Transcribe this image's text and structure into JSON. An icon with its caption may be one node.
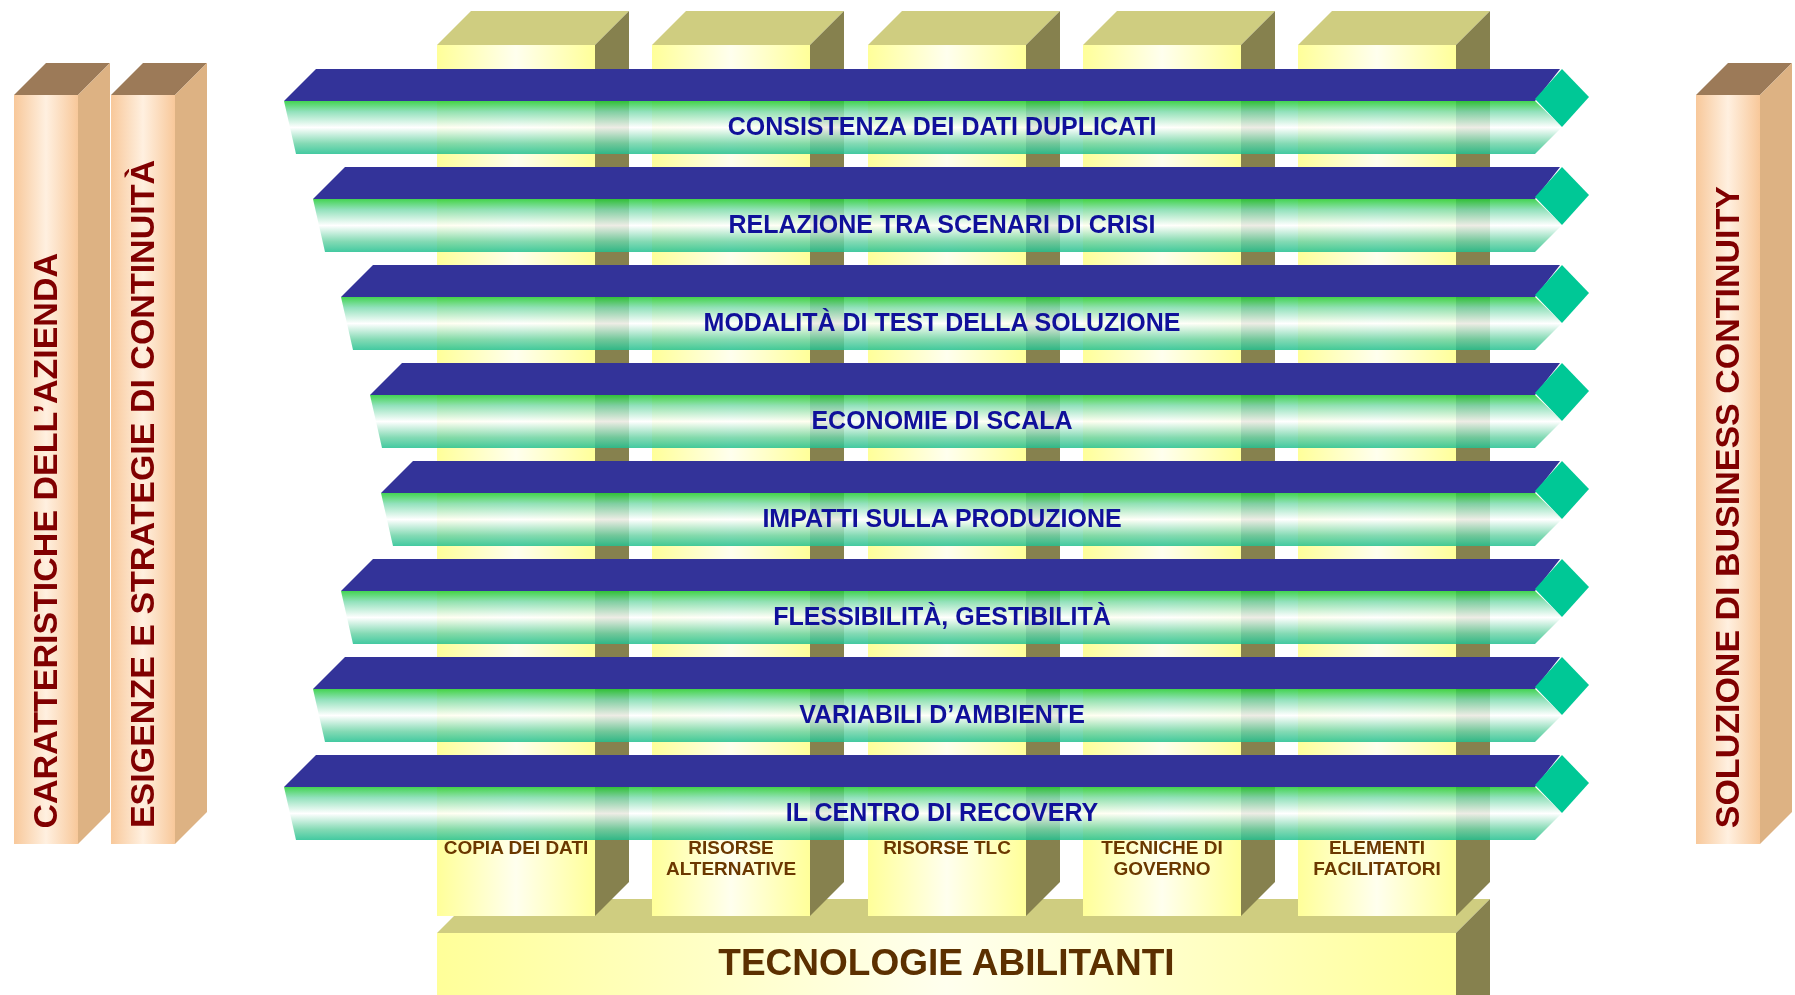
{
  "diagram": {
    "nodes": [
      {
        "text": [
          "CARATTERISTICHE DELL’AZIENDA"
        ]
      },
      {
        "text": [
          "ESIGENZE E STRATEGIE DI CONTINUITÀ"
        ]
      },
      {
        "text": [
          "CONSISTENZA DEI DATI DUPLICATI"
        ]
      },
      {
        "text": [
          "RELAZIONE TRA SCENARI DI CRISI"
        ]
      },
      {
        "text": [
          "MODALITÀ DI TEST DELLA SOLUZIONE"
        ]
      },
      {
        "text": [
          "ECONOMIE DI SCALA"
        ]
      },
      {
        "text": [
          "IMPATTI SULLA PRODUZIONE"
        ]
      },
      {
        "text": [
          "FLESSIBILITÀ, GESTIBILITÀ"
        ]
      },
      {
        "text": [
          "VARIABILI D’AMBIENTE"
        ]
      },
      {
        "text": [
          "IL CENTRO DI RECOVERY"
        ]
      },
      {
        "text": [
          "COPIA DEI DATI"
        ]
      },
      {
        "text": [
          "RISORSE ALTERNATIVE"
        ]
      },
      {
        "text": [
          "RISORSE TLC"
        ]
      },
      {
        "text": [
          "TECNICHE DI GOVERNO"
        ]
      },
      {
        "text": [
          "ELEMENTI FACILITATORI"
        ]
      },
      {
        "text": [
          "TECNOLOGIE ABILITANTI"
        ]
      },
      {
        "text": [
          "SOLUZIONE DI BUSINESS CONTINUITY"
        ]
      }
    ]
  }
}
